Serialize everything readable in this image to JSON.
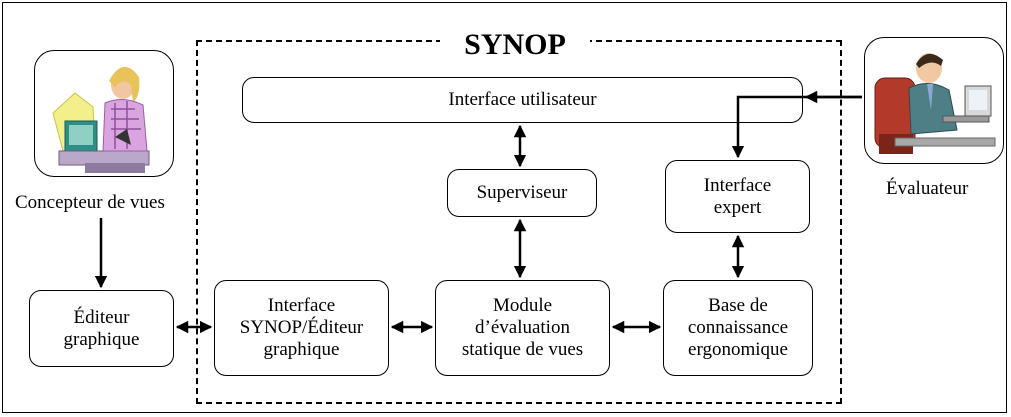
{
  "title": "SYNOP",
  "actors": {
    "designer_label": "Concepteur de vues",
    "evaluator_label": "Évaluateur"
  },
  "boxes": {
    "user_interface": "Interface utilisateur",
    "supervisor": "Superviseur",
    "expert_interface": "Interface\nexpert",
    "graphic_editor": "Éditeur\ngraphique",
    "synop_editor_interface": "Interface\nSYNOP/Éditeur\ngraphique",
    "evaluation_module": "Module\nd’évaluation\nstatique de vues",
    "knowledge_base": "Base de\nconnaissance\nergonomique"
  }
}
